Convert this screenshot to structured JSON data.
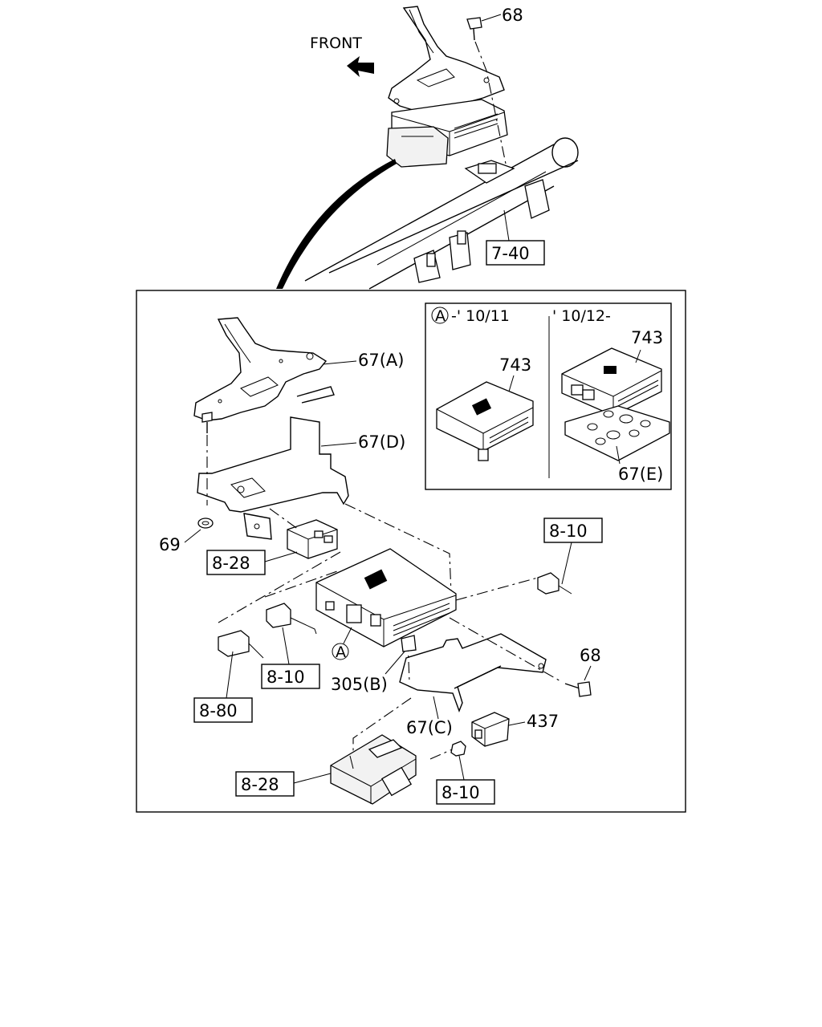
{
  "orientation": {
    "front_label": "FRONT"
  },
  "labels": {
    "top_68": "68",
    "ref_7_40": "7-40",
    "p67a": "67(A)",
    "p67d": "67(D)",
    "p69": "69",
    "ref_8_28_upper": "8-28",
    "ref_8_10_right": "8-10",
    "p68_lower": "68",
    "marker_a": "A",
    "p305b": "305(B)",
    "ref_8_10_mid": "8-10",
    "ref_8_80": "8-80",
    "p67c": "67(C)",
    "p437": "437",
    "ref_8_28_lower": "8-28",
    "ref_8_10_lower": "8-10"
  },
  "inset": {
    "marker": "A",
    "left_range": "-' 10/11",
    "right_range": "' 10/12-",
    "left_part": "743",
    "right_part": "743",
    "right_bracket": "67(E)"
  },
  "icons": {
    "front_arrow": "arrow-left-icon",
    "circle_marker": "circle-a-icon"
  }
}
